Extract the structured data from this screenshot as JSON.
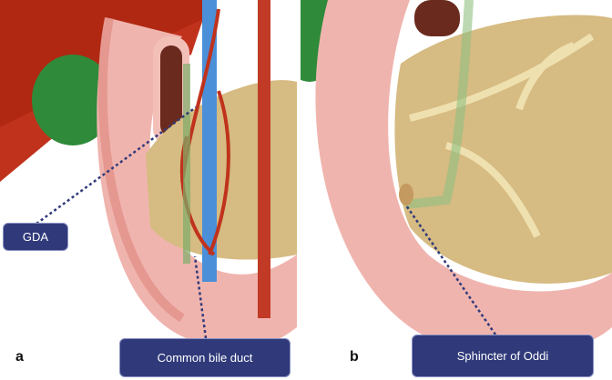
{
  "panels": [
    {
      "letter": "a",
      "labels": [
        "GDA",
        "Common bile duct"
      ]
    },
    {
      "letter": "b",
      "labels": [
        "Sphincter of Oddi"
      ]
    }
  ],
  "colors": {
    "label_box": "#303a7a",
    "liver": "#c0321c",
    "gallbladder": "#2f8a3a",
    "duodenum": "#f0b4ae",
    "pancreas": "#d6bb82"
  }
}
